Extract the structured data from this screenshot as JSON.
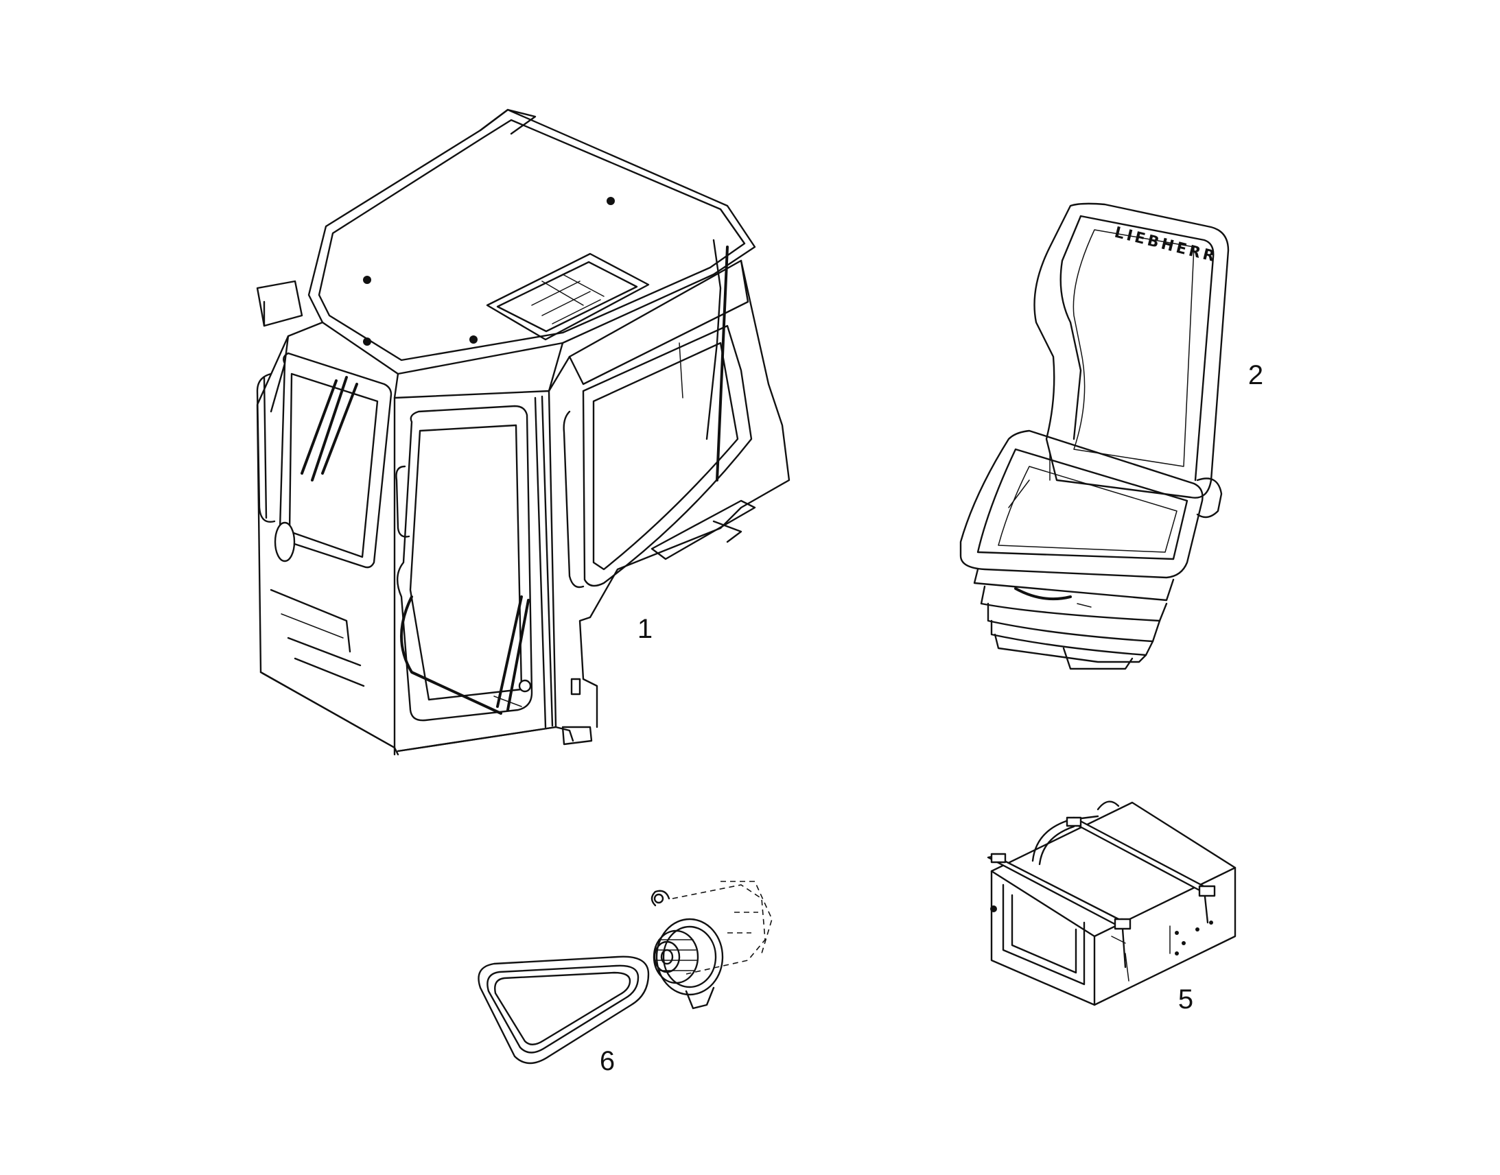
{
  "diagram": {
    "colors": {
      "line": "#111111",
      "background": "#ffffff"
    },
    "parts": [
      {
        "callout": "1",
        "icon": "operator-cab-icon"
      },
      {
        "callout": "2",
        "icon": "operator-seat-icon",
        "brand": "LIEBHERR"
      },
      {
        "callout": "5",
        "icon": "control-unit-box-icon"
      },
      {
        "callout": "6",
        "icon": "alternator-belt-icon"
      }
    ]
  }
}
